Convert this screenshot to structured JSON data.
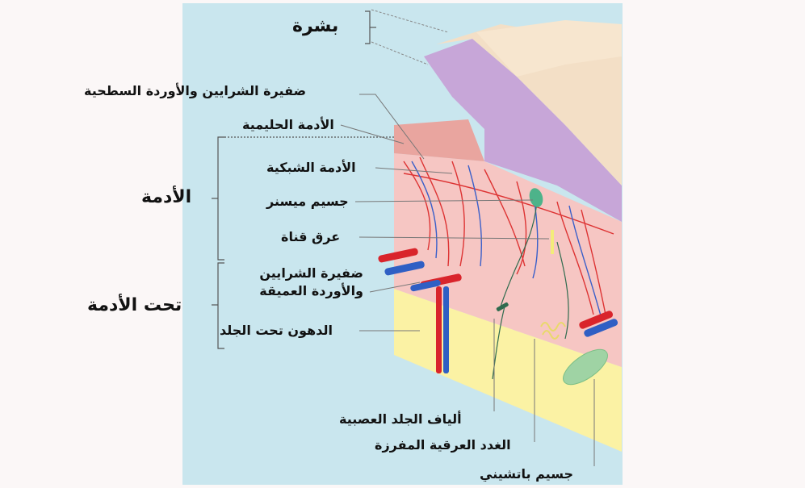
{
  "labels": {
    "epidermis": "بشرة",
    "dermis": "الأدمة",
    "hypodermis": "تحت الأدمة",
    "superficial_plexus": "ضفيرة الشرايين والأوردة السطحية",
    "papillary_dermis": "الأدمة الحليمية",
    "reticular_dermis": "الأدمة الشبكية",
    "meissner": "جسيم ميسنر",
    "sweat_duct": "عرق قناة",
    "deep_plexus": "ضفيرة الشرايين والأوردة العميقة",
    "subcutaneous_fat": "الدهون تحت الجلد",
    "nerve_fibers": "ألياف الجلد العصبية",
    "sweat_glands": "الغدد العرقية المفرزة",
    "pacinian": "جسيم باتشيني"
  }
}
